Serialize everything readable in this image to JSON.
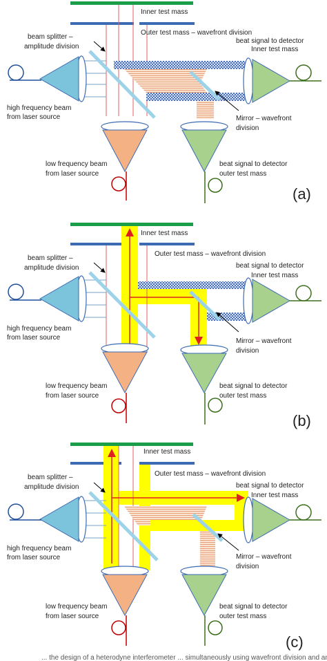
{
  "panels": [
    {
      "id": "a",
      "panel_label": "(a)",
      "labels": {
        "inner_mass": "Inner test mass",
        "outer_mass": "Outer test mass – wavefront division",
        "splitter_1": "beam splitter –",
        "splitter_2": "amplitude division",
        "beat_inner_1": "beat signal to detector",
        "beat_inner_2": "Inner test mass",
        "hf_1": "high frequency beam",
        "hf_2": "from laser source",
        "mirror_1": "Mirror – wavefront",
        "mirror_2": "division",
        "lf_1": "low frequency beam",
        "lf_2": "from laser source",
        "beat_outer_1": "beat signal to detector",
        "beat_outer_2": "outer test mass"
      }
    },
    {
      "id": "b",
      "panel_label": "(b)",
      "labels": {
        "inner_mass": "Inner test mass",
        "outer_mass": "Outer test mass – wavefront division",
        "splitter_1": "beam splitter –",
        "splitter_2": "amplitude division",
        "beat_inner_1": "beat signal to detector",
        "beat_inner_2": "Inner test mass",
        "hf_1": "high frequency beam",
        "hf_2": "from laser source",
        "mirror_1": "Mirror – wavefront",
        "mirror_2": "division",
        "lf_1": "low frequency beam",
        "lf_2": "from laser source",
        "beat_outer_1": "beat signal to detector",
        "beat_outer_2": "outer test mass"
      }
    },
    {
      "id": "c",
      "panel_label": "(c)",
      "labels": {
        "inner_mass": "Inner test mass",
        "outer_mass": "Outer test mass – wavefront division",
        "splitter_1": "beam splitter –",
        "splitter_2": "amplitude division",
        "beat_inner_1": "beat signal to detector",
        "beat_inner_2": "Inner test mass",
        "hf_1": "high frequency beam",
        "hf_2": "from laser source",
        "mirror_1": "Mirror – wavefront",
        "mirror_2": "division",
        "lf_1": "low frequency beam",
        "lf_2": "from laser source",
        "beat_outer_1": "beat signal to detector",
        "beat_outer_2": "outer test mass"
      }
    }
  ],
  "caption": "... the design of a heterodyne interferometer ... simultaneously using wavefront division and amplitude division ...",
  "colors": {
    "inner_mass": "#1a9e4a",
    "outer_mass": "#3d6bb3",
    "hf_lens": "#7cc3dc",
    "lf_lens": "#f4b183",
    "beat_lens": "#a9d18e",
    "splitter": "#9dd3e8",
    "hf_fiber": "#1f4e9a",
    "lf_fiber": "#c00000",
    "beat_fiber": "#3b6e1b",
    "highlight": "#ffff00",
    "path_arrow": "#e02020",
    "beam_line": "#e06060"
  }
}
